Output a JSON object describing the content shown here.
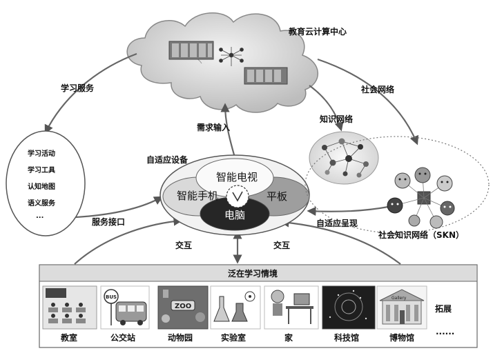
{
  "cloud": {
    "title": "教育云计算中心"
  },
  "arrows": {
    "learning_service": "学习服务",
    "social_network": "社会网络",
    "knowledge_network": "知识网络",
    "demand_input": "需求输入",
    "adaptive_device": "自适应设备",
    "service_interface": "服务接口",
    "adaptive_present": "自适应呈现",
    "interaction_left": "交互",
    "interaction_right": "交互"
  },
  "services": {
    "items": [
      "学习活动",
      "学习工具",
      "认知地图",
      "语义服务",
      "..."
    ]
  },
  "devices": {
    "tv": "智能电视",
    "phone": "智能手机",
    "tablet": "平板",
    "pc": "电脑"
  },
  "skn": {
    "label": "社会知识网络（SKN）"
  },
  "bottom": {
    "title": "泛在学习情境",
    "scenes": [
      "教室",
      "公交站",
      "动物园",
      "实验室",
      "家",
      "科技馆",
      "博物馆"
    ],
    "extend": "拓展",
    "ellipsis": "......",
    "bus_sign": "BUS",
    "zoo_sign": "ZOO",
    "gallery_sign": "Gallery"
  }
}
